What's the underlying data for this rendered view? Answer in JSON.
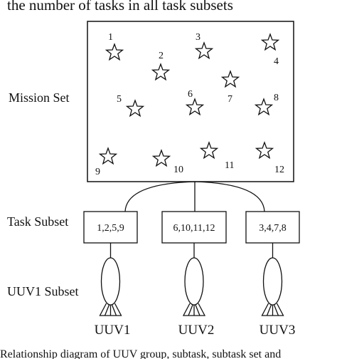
{
  "header_text": "the number of tasks in all task subsets",
  "footer_text": "Relationship diagram of UUV group, subtask, subtask set and",
  "labels": {
    "mission_set": "Mission Set",
    "task_subset": "Task Subset",
    "uuv_subset": "UUV1 Subset"
  },
  "tasks": [
    {
      "id": "1"
    },
    {
      "id": "2"
    },
    {
      "id": "3"
    },
    {
      "id": "4"
    },
    {
      "id": "5"
    },
    {
      "id": "6"
    },
    {
      "id": "7"
    },
    {
      "id": "8"
    },
    {
      "id": "9"
    },
    {
      "id": "10"
    },
    {
      "id": "11"
    },
    {
      "id": "12"
    }
  ],
  "subsets": [
    {
      "label": "1,2,5,9",
      "uuv": "UUV1"
    },
    {
      "label": "6,10,11,12",
      "uuv": "UUV2"
    },
    {
      "label": "3,4,7,8",
      "uuv": "UUV3"
    }
  ],
  "colors": {
    "stroke": "#111111",
    "background": "#ffffff"
  }
}
